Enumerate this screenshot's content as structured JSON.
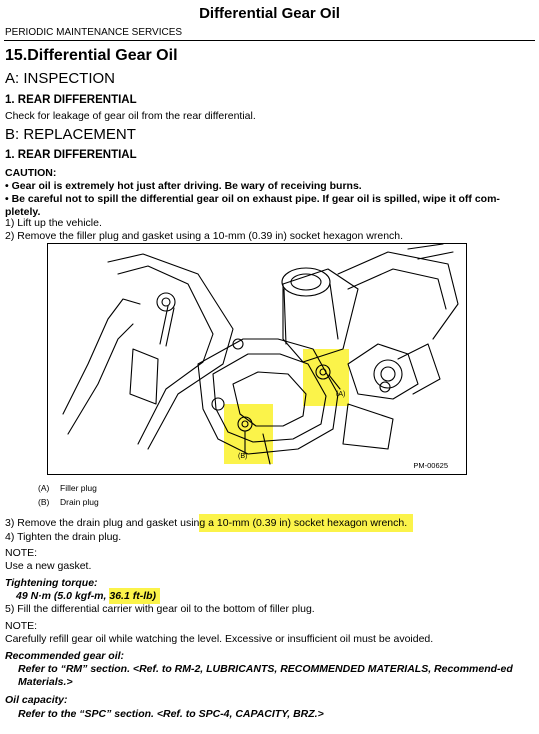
{
  "page_title": "Differential Gear Oil",
  "section": "PERIODIC MAINTENANCE SERVICES",
  "heading": "15.Differential Gear Oil",
  "inspection": {
    "heading": "A:  INSPECTION",
    "subheading": "1.  REAR DIFFERENTIAL",
    "text": "Check for leakage of gear oil from the rear differential."
  },
  "replacement": {
    "heading": "B:  REPLACEMENT",
    "subheading": "1.  REAR DIFFERENTIAL",
    "caution_label": "CAUTION:",
    "caution_1": "•  Gear oil is extremely hot just after driving. Be wary of receiving burns.",
    "caution_2": "•  Be careful not to spill the differential gear oil on exhaust pipe. If gear oil is spilled, wipe it off com-pletely.",
    "step_1": "1) Lift up the vehicle.",
    "step_2": "2) Remove the filler plug and gasket using a 10-mm (0.39 in) socket hexagon wrench."
  },
  "figure": {
    "code": "PM-00625",
    "callout_a": "(A)",
    "callout_b": "(B)",
    "legend": [
      {
        "key": "(A)",
        "label": "Filler plug"
      },
      {
        "key": "(B)",
        "label": "Drain plug"
      }
    ]
  },
  "steps_after": {
    "step_3_prefix": "3) Remove the drain plug and gasket usin",
    "step_3_highlight": "g a 10-mm (0.39 in) socket hexagon wrench.",
    "step_4": "4) Tighten the drain plug.",
    "note_label": "NOTE:",
    "note_text": "Use a new gasket.",
    "torque_label": "Tightening torque:",
    "torque_value": "49 N·m (5.0 kgf-m, ",
    "torque_highlight": "36.1 ft-lb)",
    "step_5": "5) Fill the differential carrier with gear oil to the bottom of filler plug.",
    "note2_label": "NOTE:",
    "note2_text": "Carefully refill gear oil while watching the level. Excessive or insufficient oil must be avoided.",
    "rec_label": "Recommended gear oil:",
    "rec_text": "Refer to “RM” section. <Ref. to RM-2, LUBRICANTS, RECOMMENDED MATERIALS, Recommend-ed Materials.>",
    "cap_label": "Oil capacity:",
    "cap_text": "Refer to the “SPC” section. <Ref. to SPC-4, CAPACITY, BRZ.>"
  }
}
